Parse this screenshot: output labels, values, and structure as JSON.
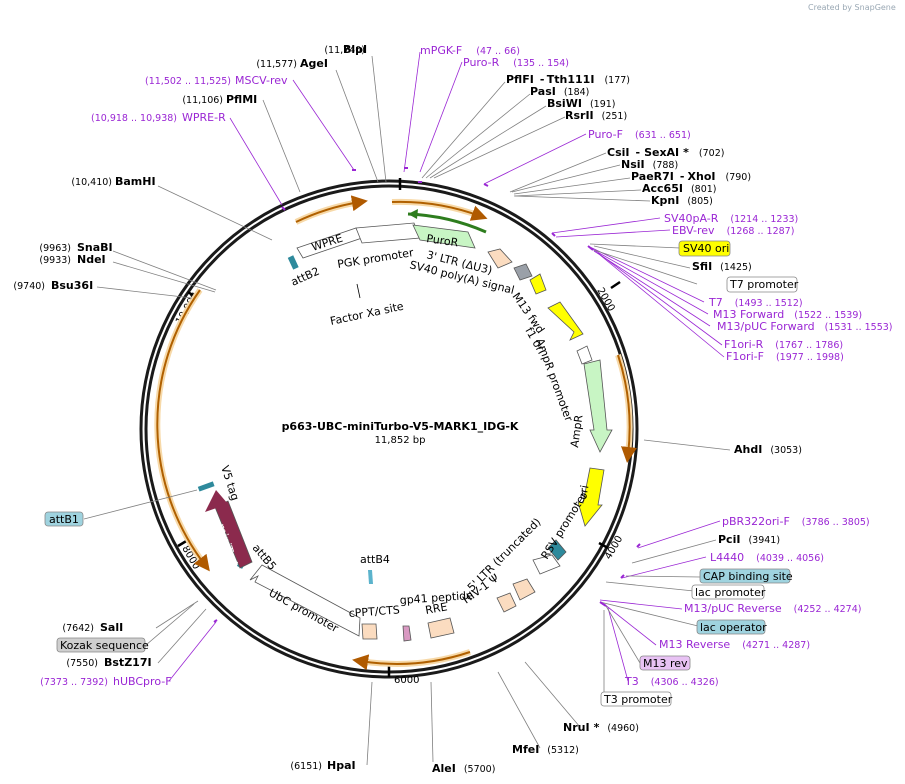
{
  "watermark": "Created by  SnapGene",
  "title": "p663-UBC-miniTurbo-V5-MARK1_IDG-K",
  "length": "11,852 bp",
  "ticks": [
    "2000",
    "4000",
    "6000",
    "8000",
    "10,000"
  ],
  "enzymes": {
    "blpI": {
      "name": "BlpI",
      "pos": "(11,740)"
    },
    "ageI": {
      "name": "AgeI",
      "pos": "(11,577)"
    },
    "pflMI": {
      "name": "PflMI",
      "pos": "(11,106)"
    },
    "bamHI": {
      "name": "BamHI",
      "pos": "(10,410)"
    },
    "snaBI": {
      "name": "SnaBI",
      "pos": "(9963)"
    },
    "ndeI": {
      "name": "NdeI",
      "pos": "(9933)"
    },
    "bsu36I": {
      "name": "Bsu36I",
      "pos": "(9740)"
    },
    "pflFI": {
      "name": "PflFI",
      "sep": "-",
      "name2": "Tth111I",
      "pos": "(177)"
    },
    "pasI": {
      "name": "PasI",
      "pos": "(184)"
    },
    "bsiWI": {
      "name": "BsiWI",
      "pos": "(191)"
    },
    "rsrII": {
      "name": "RsrII",
      "pos": "(251)"
    },
    "csiI": {
      "name": "CsiI",
      "sep": "-",
      "name2": "SexAI",
      "star": "*",
      "pos": "(702)"
    },
    "nsiI": {
      "name": "NsiI",
      "pos": "(788)"
    },
    "paeR7I": {
      "name": "PaeR7I",
      "sep": "-",
      "name2": "XhoI",
      "pos": "(790)"
    },
    "acc65I": {
      "name": "Acc65I",
      "pos": "(801)"
    },
    "kpnI": {
      "name": "KpnI",
      "pos": "(805)"
    },
    "sfiI": {
      "name": "SfiI",
      "pos": "(1425)"
    },
    "ahdI": {
      "name": "AhdI",
      "pos": "(3053)"
    },
    "pciI": {
      "name": "PciI",
      "pos": "(3941)"
    },
    "nruI": {
      "name": "NruI",
      "star": "*",
      "pos": "(4960)"
    },
    "mfeI": {
      "name": "MfeI",
      "pos": "(5312)"
    },
    "aleI": {
      "name": "AleI",
      "pos": "(5700)"
    },
    "hpaI": {
      "name": "HpaI",
      "pos": "(6151)"
    },
    "bstZ17I": {
      "name": "BstZ17I",
      "pos": "(7550)"
    },
    "salI": {
      "name": "SalI",
      "pos": "(7642)"
    }
  },
  "primers": {
    "mpgkF": {
      "name": "mPGK-F",
      "pos": "(47 .. 66)"
    },
    "puroR": {
      "name": "Puro-R",
      "pos": "(135 .. 154)"
    },
    "mscvRev": {
      "name": "MSCV-rev",
      "pos": "(11,502 .. 11,525)"
    },
    "wpreR": {
      "name": "WPRE-R",
      "pos": "(10,918 .. 10,938)"
    },
    "puroF": {
      "name": "Puro-F",
      "pos": "(631 .. 651)"
    },
    "sv40paR": {
      "name": "SV40pA-R",
      "pos": "(1214 .. 1233)"
    },
    "ebvRev": {
      "name": "EBV-rev",
      "pos": "(1268 .. 1287)"
    },
    "t7": {
      "name": "T7",
      "pos": "(1493 .. 1512)"
    },
    "m13Forward": {
      "name": "M13 Forward",
      "pos": "(1522 .. 1539)"
    },
    "m13pucForward": {
      "name": "M13/pUC Forward",
      "pos": "(1531 .. 1553)"
    },
    "f1oriR": {
      "name": "F1ori-R",
      "pos": "(1767 .. 1786)"
    },
    "f1oriF": {
      "name": "F1ori-F",
      "pos": "(1977 .. 1998)"
    },
    "pbr322oriF": {
      "name": "pBR322ori-F",
      "pos": "(3786 .. 3805)"
    },
    "l4440": {
      "name": "L4440",
      "pos": "(4039 .. 4056)"
    },
    "m13pucReverse": {
      "name": "M13/pUC Reverse",
      "pos": "(4252 .. 4274)"
    },
    "m13Reverse": {
      "name": "M13 Reverse",
      "pos": "(4271 .. 4287)"
    },
    "t3": {
      "name": "T3",
      "pos": "(4306 .. 4326)"
    },
    "hubcproF": {
      "name": "hUBCpro-F",
      "pos": "(7373 .. 7392)"
    }
  },
  "boxed": {
    "sv40ori": "SV40 ori",
    "t7promoter": "T7 promoter",
    "capSite": "CAP binding site",
    "lacPromoter": "lac promoter",
    "lacOperator": "lac operator",
    "m13rev": "M13 rev",
    "t3promoter": "T3 promoter",
    "attB1": "attB1",
    "kozak": "Kozak sequence"
  },
  "features": {
    "wpre": "WPRE",
    "puror": "PuroR",
    "pgk": "PGK promoter",
    "attB2": "attB2",
    "ltr3": "3' LTR (ΔU3)",
    "sv40polyA": "SV40 poly(A) signal",
    "factorXa": "Factor Xa site",
    "m13fwd": "M13 fwd",
    "f1ori": "f1 ori",
    "amprPromoter": "AmpR promoter",
    "ampR": "AmpR",
    "ori": "ori",
    "rsv": "RSV promoter",
    "ltr5": "5' LTR (truncated)",
    "hiv": "HIV-1 Ψ",
    "rre": "RRE",
    "gp41": "gp41 peptide",
    "cppt": "cPPT/CTS",
    "attB4": "attB4",
    "ubc": "UbC promoter",
    "attB5": "attB5",
    "miniTurbo": "miniTurbo",
    "v5tag": "V5 tag"
  },
  "colors": {
    "primer": "#9a26d4",
    "orange_track": "#e8a33a",
    "puroR": "#c8f5c4",
    "ampR": "#c8f5c4",
    "ori": "#ffff00",
    "miniTurbo": "#8b2a4d",
    "peach": "#fbdcc0",
    "attB_blue": "#9fd3df"
  }
}
